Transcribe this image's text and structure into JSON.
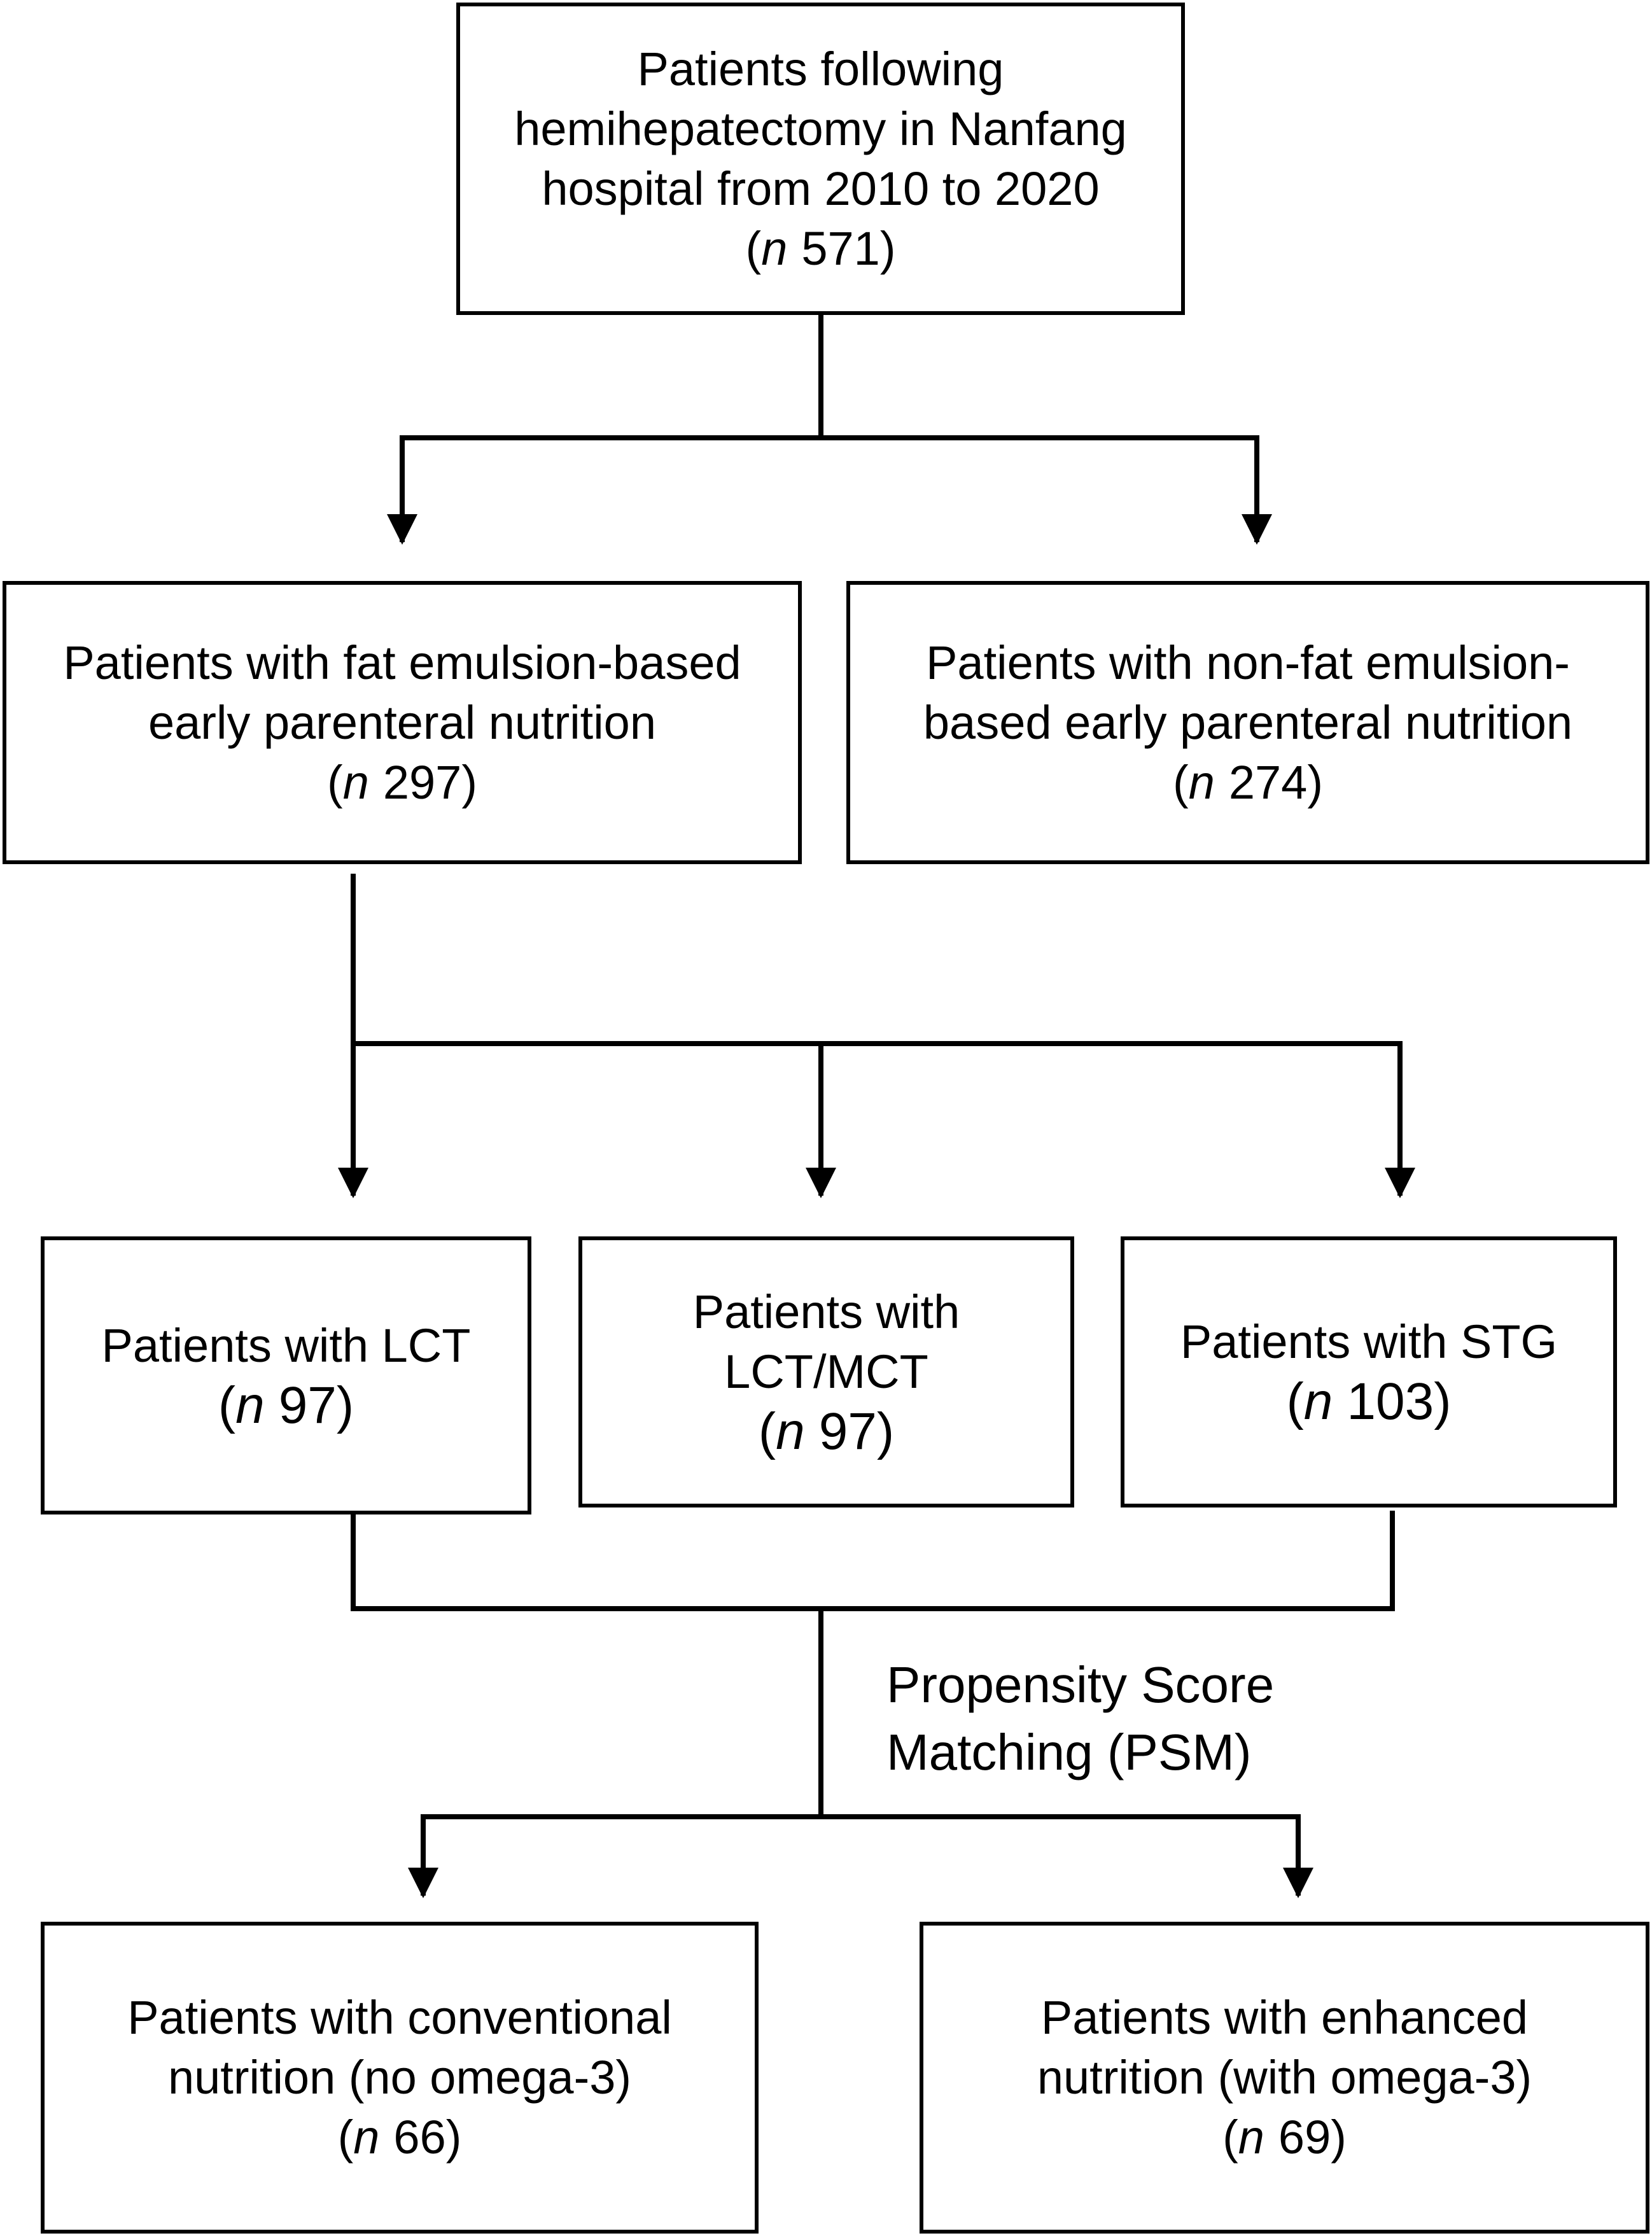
{
  "flowchart": {
    "root": {
      "lines": [
        "Patients following",
        "hemihepatectomy in Nanfang",
        "hospital from 2010 to 2020"
      ],
      "n_symbol": "n",
      "count": "571"
    },
    "fat_emulsion": {
      "lines": [
        "Patients with fat emulsion-based",
        "early parenteral nutrition"
      ],
      "n_symbol": "n",
      "count": "297"
    },
    "non_fat_emulsion": {
      "lines": [
        "Patients with non-fat emulsion-",
        "based early parenteral nutrition"
      ],
      "n_symbol": "n",
      "count": "274"
    },
    "lct": {
      "lines": [
        "Patients with LCT"
      ],
      "n_symbol": "n",
      "count": "97"
    },
    "lct_mct": {
      "lines": [
        "Patients with",
        "LCT/MCT"
      ],
      "n_symbol": "n",
      "count": "97"
    },
    "stg": {
      "lines": [
        "Patients with STG"
      ],
      "n_symbol": "n",
      "count": "103"
    },
    "psm": {
      "lines": [
        "Propensity Score",
        "Matching (PSM)"
      ]
    },
    "conventional": {
      "lines": [
        "Patients with conventional",
        "nutrition (no omega-3)"
      ],
      "n_symbol": "n",
      "count": "66"
    },
    "enhanced": {
      "lines": [
        "Patients with enhanced",
        "nutrition (with omega-3)"
      ],
      "n_symbol": "n",
      "count": "69"
    }
  },
  "colors": {
    "line": "#000000",
    "background": "#ffffff"
  }
}
